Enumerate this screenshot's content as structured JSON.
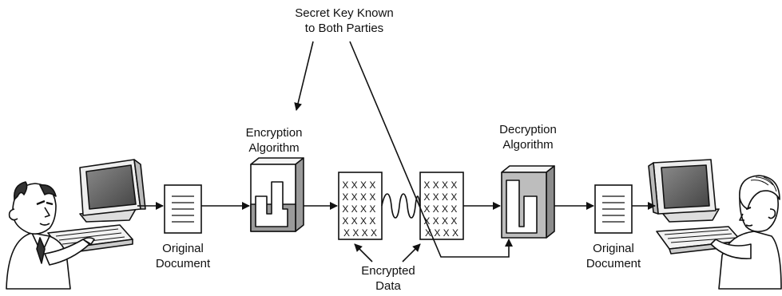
{
  "labels": {
    "secret_key": [
      "Secret Key Known",
      "to Both Parties"
    ],
    "encryption": [
      "Encryption",
      "Algorithm"
    ],
    "decryption": [
      "Decryption",
      "Algorithm"
    ],
    "original_document_left": [
      "Original",
      "Document"
    ],
    "original_document_right": [
      "Original",
      "Document"
    ],
    "encrypted_data": [
      "Encrypted",
      "Data"
    ]
  },
  "cipher_block_rows": [
    "XXXX",
    "XXXX",
    "XXXX",
    "XXXX",
    "XXXX"
  ],
  "colors": {
    "line": "#111111",
    "algorithm_fill_light": "#d9d9d9",
    "algorithm_fill_dark": "#8c8c8c",
    "screen": "#6f6f6f",
    "paper": "#ffffff"
  },
  "icons": {
    "sender": "man-at-computer-icon",
    "receiver": "woman-at-computer-icon",
    "encryption": "encryption-algorithm-icon",
    "decryption": "decryption-algorithm-icon",
    "document": "document-icon",
    "cipher": "encrypted-data-icon"
  }
}
